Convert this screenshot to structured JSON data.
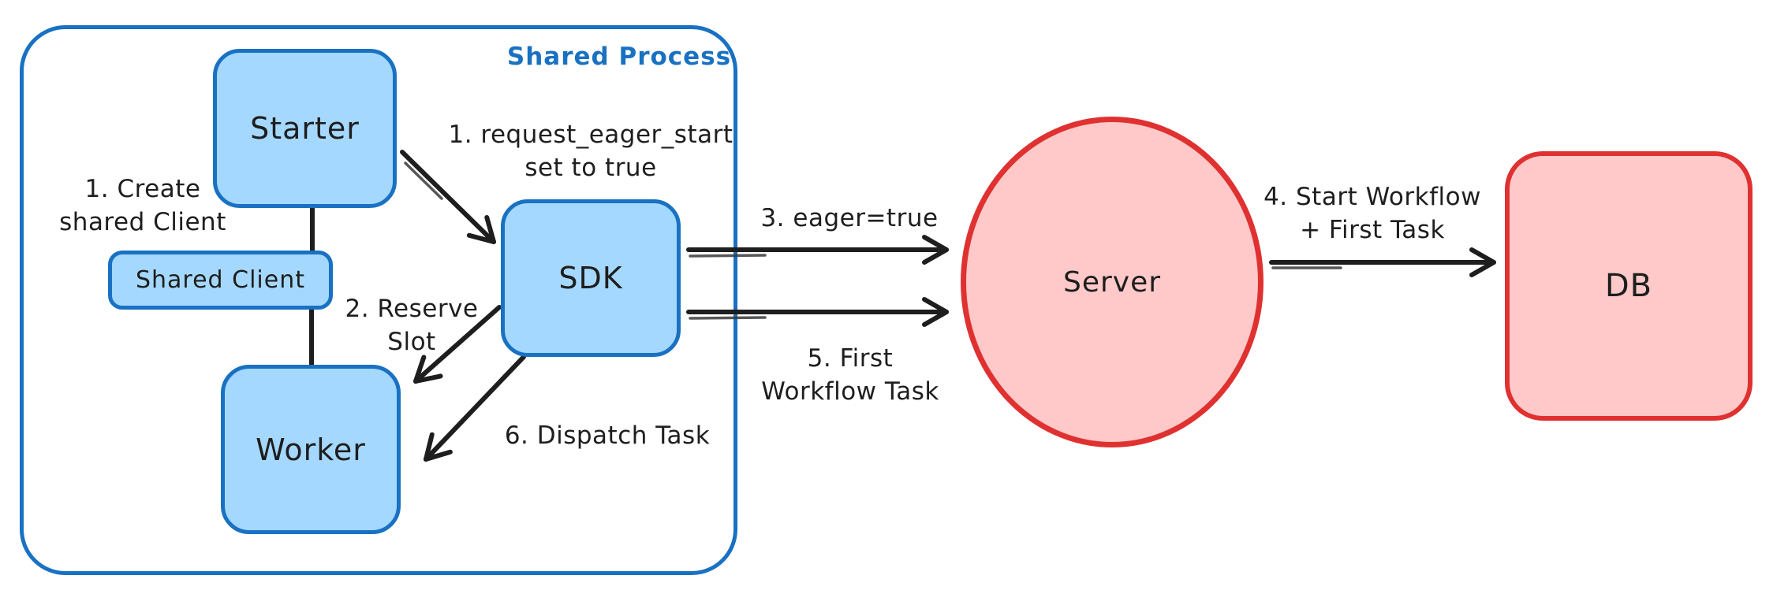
{
  "diagram": {
    "title": "Shared Process eager workflow start diagram",
    "palette": {
      "blue_stroke": "#1971c2",
      "blue_fill": "#a5d8ff",
      "red_stroke": "#e03131",
      "red_fill": "#ffc9c9",
      "ink": "#1e1e1e",
      "background": "#ffffff"
    },
    "group": {
      "label": "Shared Process"
    },
    "nodes": {
      "starter": {
        "label": "Starter",
        "shape": "rounded-rect",
        "fill": "#a5d8ff"
      },
      "shared_client": {
        "label": "Shared Client",
        "shape": "rounded-rect",
        "fill": "#a5d8ff"
      },
      "worker": {
        "label": "Worker",
        "shape": "rounded-rect",
        "fill": "#a5d8ff"
      },
      "sdk": {
        "label": "SDK",
        "shape": "rounded-rect",
        "fill": "#a5d8ff"
      },
      "server": {
        "label": "Server",
        "shape": "ellipse",
        "fill": "#ffc9c9"
      },
      "db": {
        "label": "DB",
        "shape": "rounded-rect",
        "fill": "#ffc9c9"
      }
    },
    "annotations": {
      "create_shared_client": "1. Create\nshared Client",
      "request_eager_start": "1. request_eager_start\nset to true",
      "reserve_slot": "2. Reserve\nSlot",
      "dispatch_task": "6. Dispatch Task",
      "eager_true": "3. eager=true",
      "first_workflow_task": "5. First\nWorkflow Task",
      "start_workflow_first_task": "4. Start Workflow\n+ First Task"
    },
    "edges": [
      {
        "from": "starter",
        "to": "shared_client",
        "label": "1. Create shared Client",
        "arrow": false
      },
      {
        "from": "shared_client",
        "to": "worker",
        "label": "",
        "arrow": false
      },
      {
        "from": "starter",
        "to": "sdk",
        "label": "1. request_eager_start set to true",
        "arrow": true
      },
      {
        "from": "sdk",
        "to": "worker",
        "label": "2. Reserve Slot",
        "arrow": true
      },
      {
        "from": "sdk",
        "to": "server",
        "label": "3. eager=true",
        "arrow": true
      },
      {
        "from": "server",
        "to": "db",
        "label": "4. Start Workflow + First Task",
        "arrow": true
      },
      {
        "from": "sdk",
        "to": "server",
        "label": "5. First Workflow Task",
        "arrow": true
      },
      {
        "from": "sdk",
        "to": "worker",
        "label": "6. Dispatch Task",
        "arrow": true
      }
    ]
  }
}
